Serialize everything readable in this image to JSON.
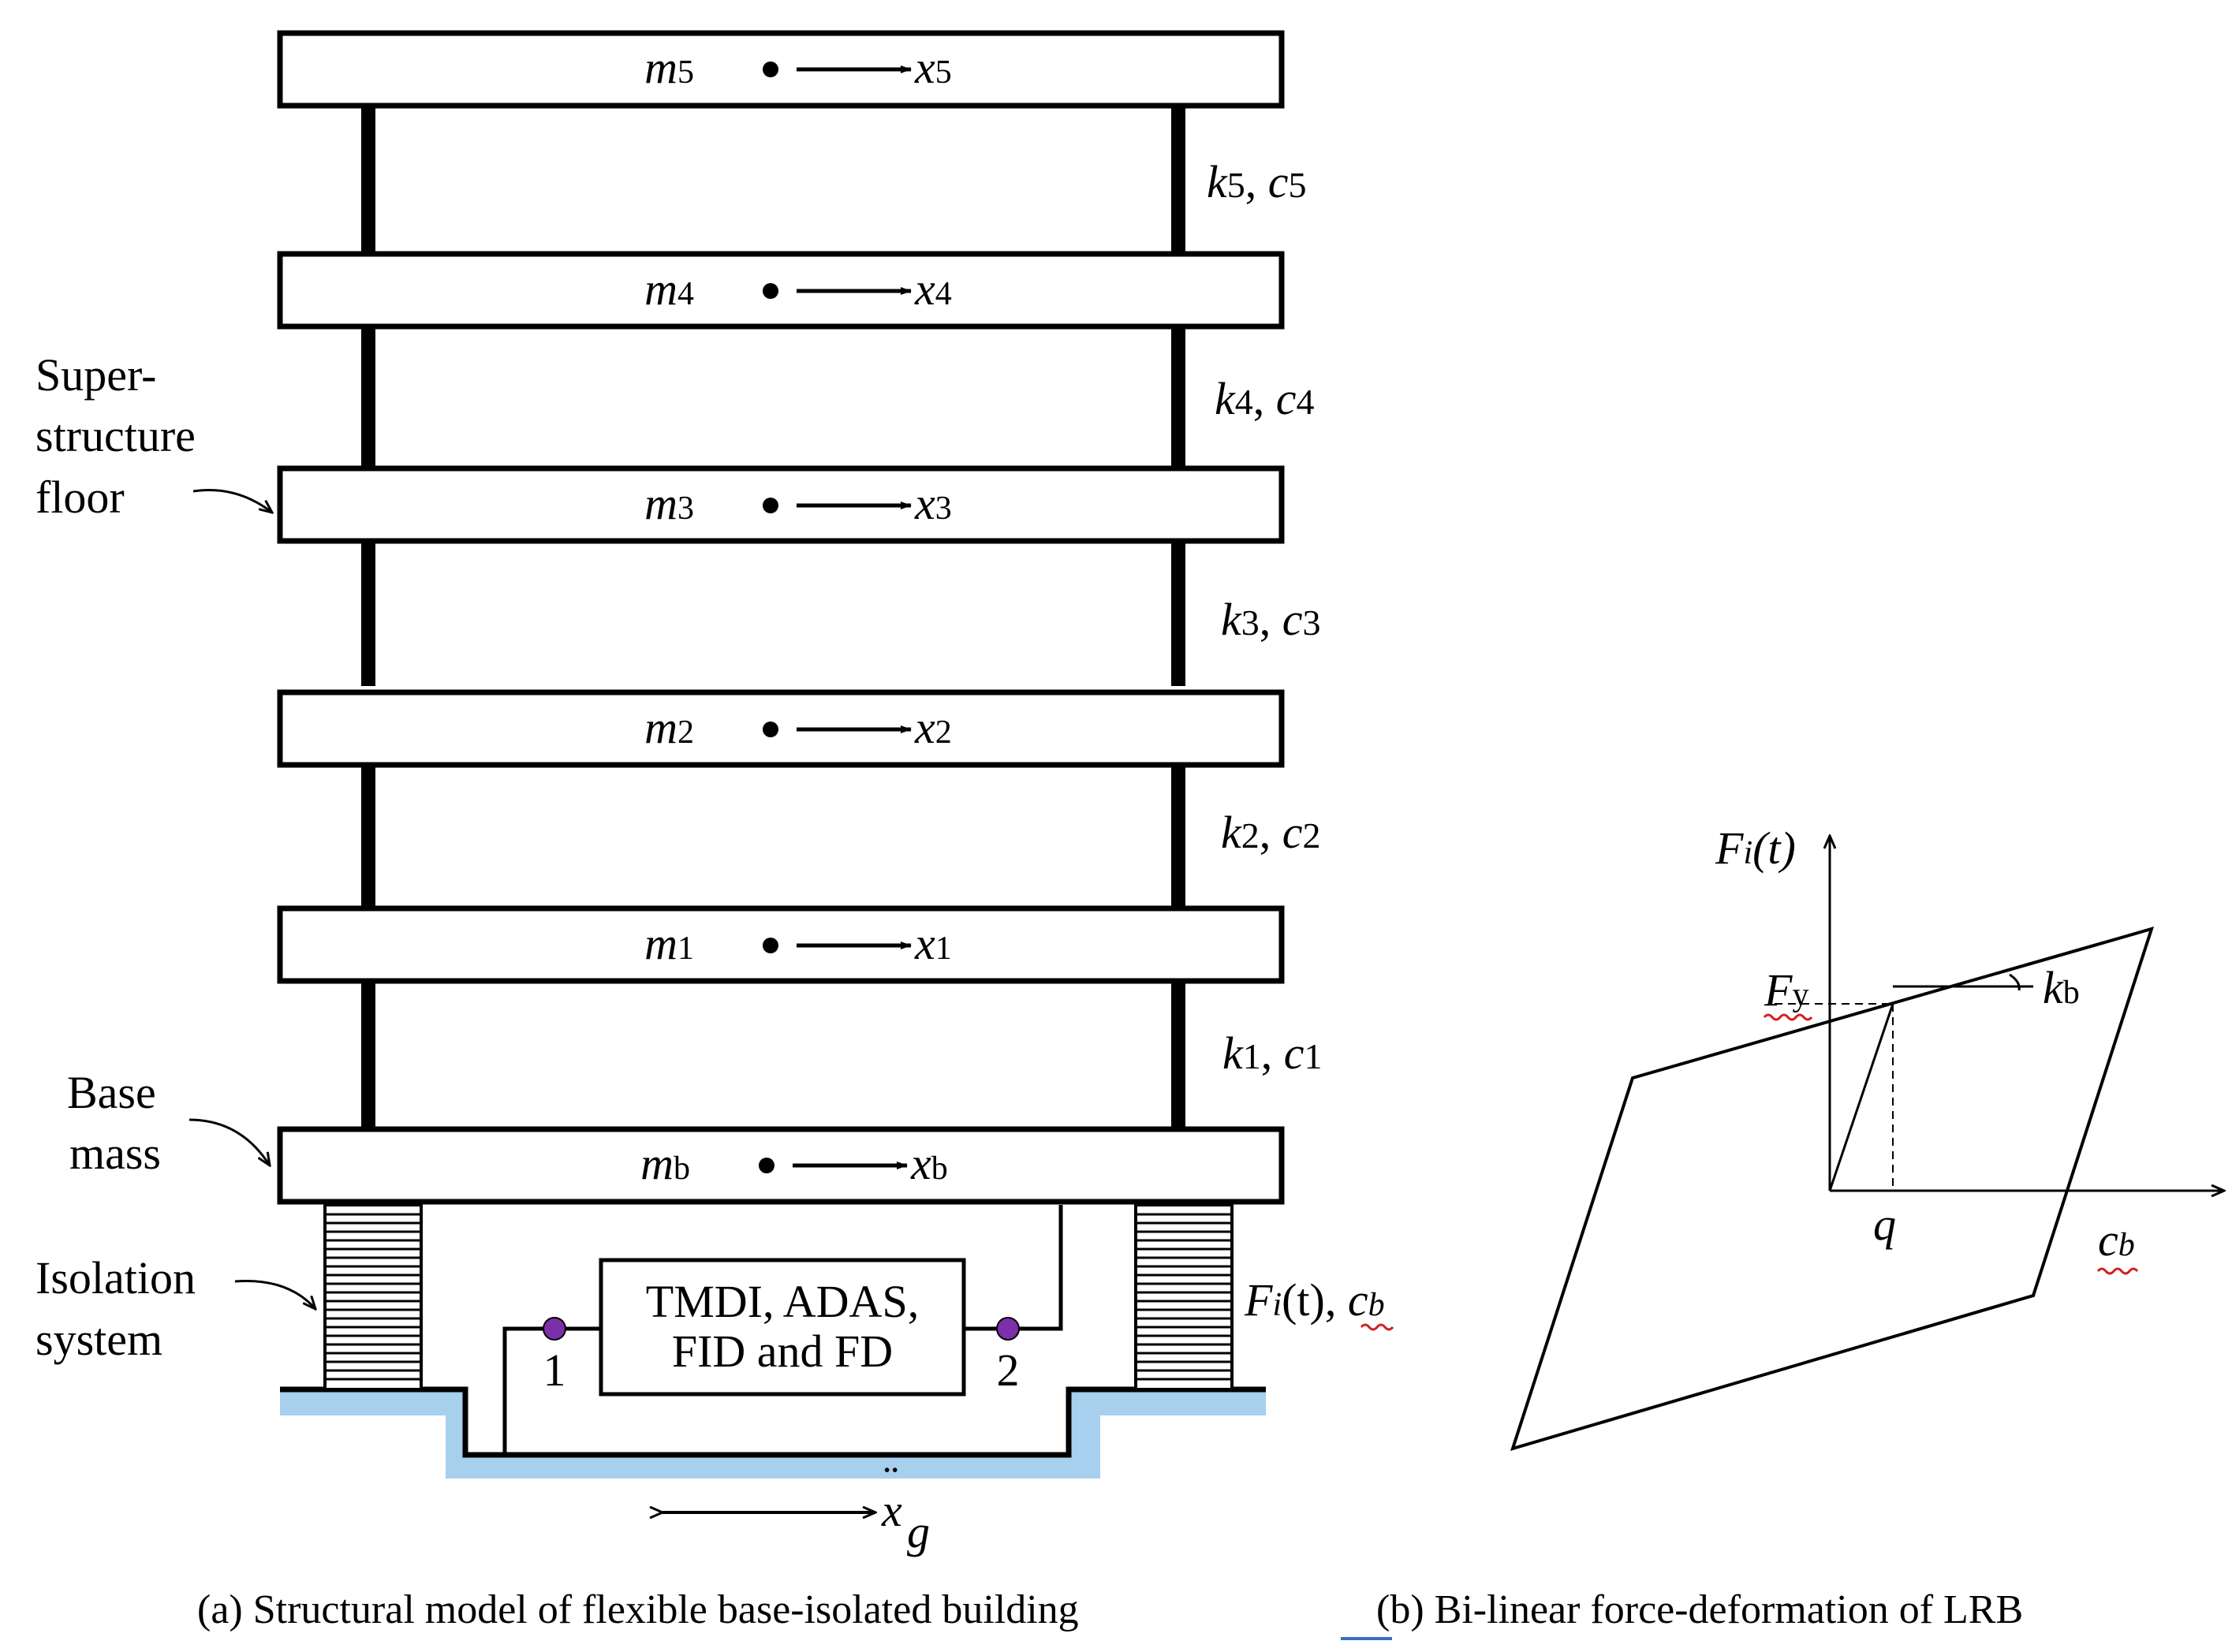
{
  "floors": [
    {
      "id": "5",
      "mass": "m",
      "mass_sub": "5",
      "disp": "x",
      "disp_sub": "5"
    },
    {
      "id": "4",
      "mass": "m",
      "mass_sub": "4",
      "disp": "x",
      "disp_sub": "4"
    },
    {
      "id": "3",
      "mass": "m",
      "mass_sub": "3",
      "disp": "x",
      "disp_sub": "3"
    },
    {
      "id": "2",
      "mass": "m",
      "mass_sub": "2",
      "disp": "x",
      "disp_sub": "2"
    },
    {
      "id": "1",
      "mass": "m",
      "mass_sub": "1",
      "disp": "x",
      "disp_sub": "1"
    },
    {
      "id": "b",
      "mass": "m",
      "mass_sub": "b",
      "disp": "x",
      "disp_sub": "b"
    }
  ],
  "stories": [
    {
      "k": "k",
      "k_sub": "5",
      "sep": ", ",
      "c": "c",
      "c_sub": "5"
    },
    {
      "k": "k",
      "k_sub": "4",
      "sep": ", ",
      "c": "c",
      "c_sub": "4"
    },
    {
      "k": "k",
      "k_sub": "3",
      "sep": ", ",
      "c": "c",
      "c_sub": "3"
    },
    {
      "k": "k",
      "k_sub": "2",
      "sep": ", ",
      "c": "c",
      "c_sub": "2"
    },
    {
      "k": "k",
      "k_sub": "1",
      "sep": ", ",
      "c": "c",
      "c_sub": "1"
    }
  ],
  "labels": {
    "superstructure": [
      "Super-",
      "structure",
      "floor"
    ],
    "base_mass": [
      "Base",
      "mass"
    ],
    "isolation": [
      "Isolation",
      "system"
    ]
  },
  "device": {
    "line1": "TMDI, ADAS,",
    "line2": "FID and FD",
    "node1": "1",
    "node2": "2"
  },
  "isolator_label": {
    "F": "F",
    "F_sub": "i",
    "t": "(t)",
    "sep": ", ",
    "c": "c",
    "c_sub": "b"
  },
  "ground_accel": {
    "x": "x",
    "dots": "¨",
    "sub": "g"
  },
  "hysteresis": {
    "y_axis": {
      "F": "F",
      "sub": "i",
      "t": "(t)"
    },
    "fy": {
      "F": "F",
      "sub": "y"
    },
    "kb": {
      "k": "k",
      "sub": "b"
    },
    "q": "q",
    "cb": {
      "c": "c",
      "sub": "b"
    }
  },
  "captions": {
    "a": "(a) Structural model of flexible base-isolated building",
    "b": "(b) Bi-linear force-deformation of LRB"
  },
  "colors": {
    "ground": "#a7cfee",
    "node": "#7b2fa8",
    "squiggle": "#d42020",
    "underline": "#3b6ec4",
    "ink": "#000000"
  }
}
